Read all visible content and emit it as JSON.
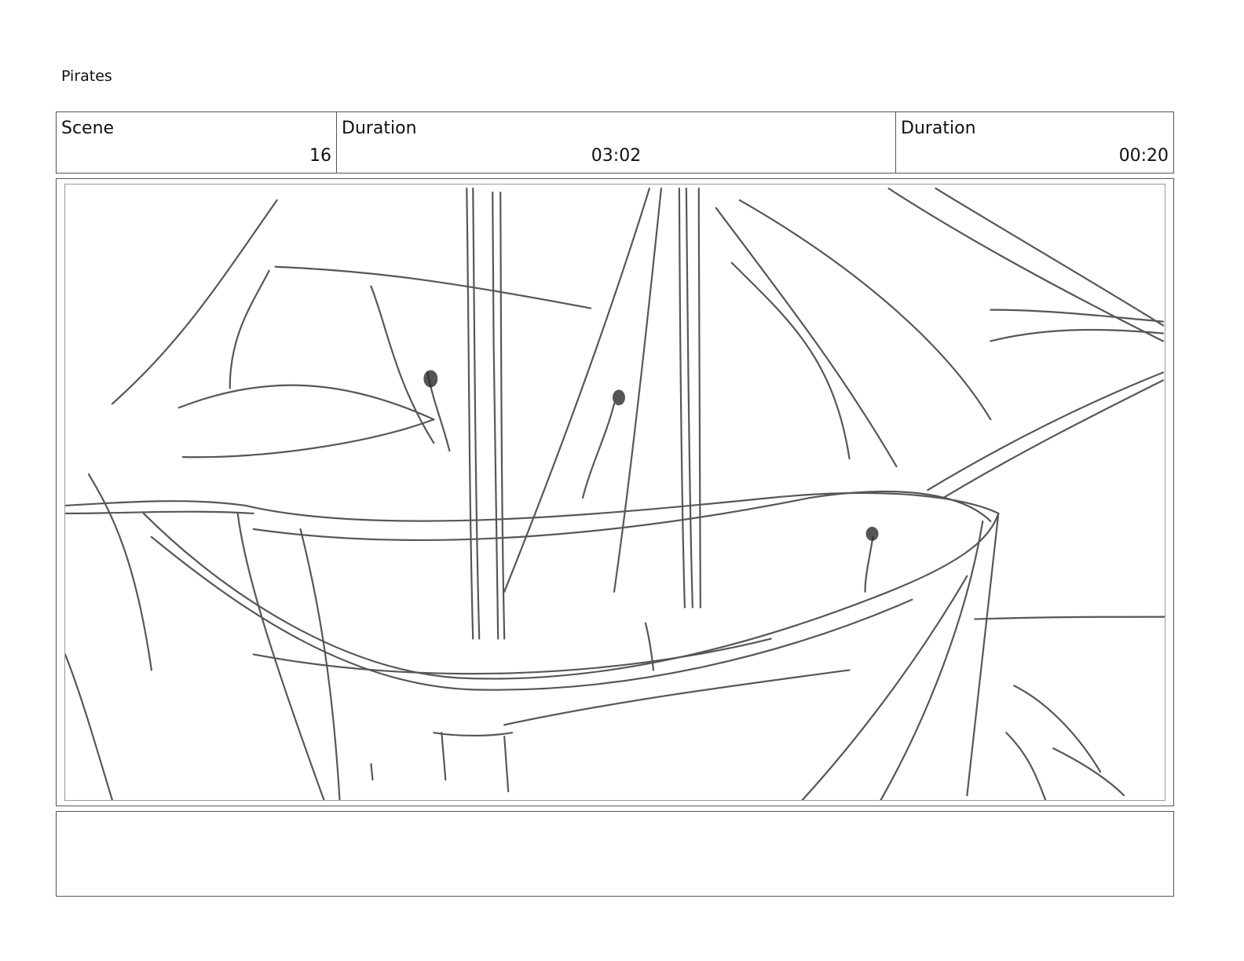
{
  "project": {
    "title": "Pirates"
  },
  "info_bar": {
    "scene_label": "Scene",
    "scene_value": "16",
    "duration_label": "Duration",
    "duration_value": "03:02",
    "shot_duration_label": "Duration",
    "shot_duration_value": "00:20"
  },
  "panel": {
    "sketch_stroke_color": "#3a3a3a"
  },
  "notes": {
    "text": ""
  }
}
